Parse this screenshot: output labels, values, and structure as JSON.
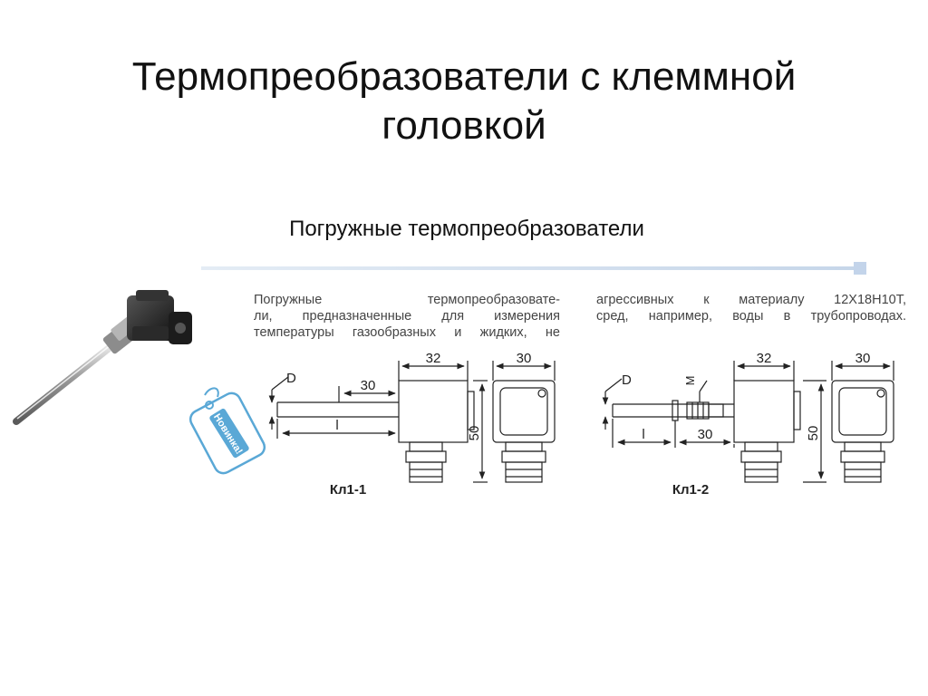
{
  "slide": {
    "title_line1": "Термопреобразователи с клеммной",
    "title_line2": "головкой",
    "subtitle": "Погружные термопреобразователи"
  },
  "description": {
    "left_lines": [
      "Погружные термопреобразовате-",
      "ли, предназначенные для измерения",
      "температуры газообразных и жидких, не"
    ],
    "right_lines": [
      "агрессивных к материалу 12Х18Н10Т,",
      "сред, например, воды в трубопроводах."
    ]
  },
  "badge": {
    "text": "Новинка!"
  },
  "drawing_left": {
    "model": "Кл1-1",
    "dim_d": "D",
    "dim_30_stem": "30",
    "dim_l": "l",
    "dim_32": "32",
    "dim_50": "50",
    "dim_30_head": "30"
  },
  "drawing_right": {
    "model": "Кл1-2",
    "dim_d": "D",
    "dim_m": "M",
    "dim_l": "l",
    "dim_30_stem": "30",
    "dim_32": "32",
    "dim_50": "50",
    "dim_30_head": "30"
  },
  "colors": {
    "divider": "#c6d6e9",
    "badge": "#5aa8d6",
    "drawing_line": "#222222"
  }
}
